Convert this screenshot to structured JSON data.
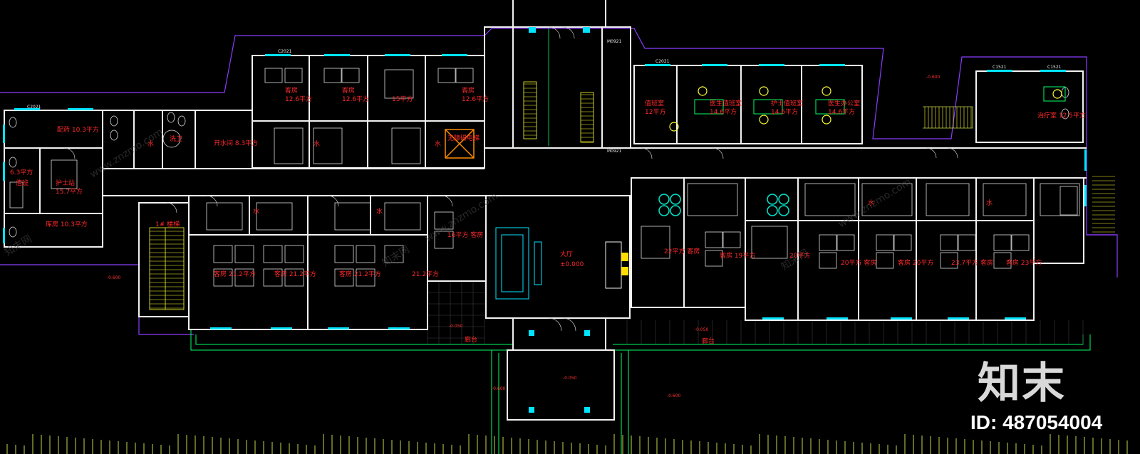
{
  "drawing": {
    "rooms": [
      {
        "id": "kitchen",
        "label": "配药 10.3平方"
      },
      {
        "id": "r1",
        "label": "6.3平方"
      },
      {
        "id": "lounge",
        "label": "值班"
      },
      {
        "id": "nurse",
        "label": "护士站"
      },
      {
        "id": "nurse_area",
        "label": "15.7平方"
      },
      {
        "id": "storage",
        "label": "库房 10.3平方"
      },
      {
        "id": "toilet",
        "label": "洗卫"
      },
      {
        "id": "water_room",
        "label": "开水间 8.3平方"
      },
      {
        "id": "stair_w",
        "label": "1# 楼梯"
      },
      {
        "id": "guest_top1",
        "label": "客房"
      },
      {
        "id": "guest_top1_area",
        "label": "12.6平方"
      },
      {
        "id": "guest_top2",
        "label": "客房"
      },
      {
        "id": "guest_top2_area",
        "label": "12.6平方"
      },
      {
        "id": "guest_top3_area",
        "label": "15平方"
      },
      {
        "id": "guest_top4",
        "label": "客房"
      },
      {
        "id": "guest_top4_area",
        "label": "12.6平方"
      },
      {
        "id": "elevator",
        "label": "无障碍电梯"
      },
      {
        "id": "duty",
        "label": "值班室"
      },
      {
        "id": "duty_area",
        "label": "12平方"
      },
      {
        "id": "doc_duty",
        "label": "医生值班室"
      },
      {
        "id": "doc_duty_area",
        "label": "14.6平方"
      },
      {
        "id": "nurse_duty",
        "label": "护士值班室"
      },
      {
        "id": "nurse_duty_area",
        "label": "14.6平方"
      },
      {
        "id": "doc_office",
        "label": "医生办公室"
      },
      {
        "id": "doc_office_area",
        "label": "14.6平方"
      },
      {
        "id": "treat",
        "label": "治疗室 12.5平方"
      },
      {
        "id": "g_bot1",
        "label": "客房 21.2平方"
      },
      {
        "id": "g_bot2",
        "label": "客房 21.2平方"
      },
      {
        "id": "g_bot3",
        "label": "客房 21.2平方"
      },
      {
        "id": "g_bot4",
        "label": "21.2平方"
      },
      {
        "id": "g_bot5",
        "label": "16平方 客房"
      },
      {
        "id": "hall",
        "label": "大厅"
      },
      {
        "id": "hall_lvl",
        "label": "±0.000"
      },
      {
        "id": "g_e1",
        "label": "22平方 客房"
      },
      {
        "id": "g_e2",
        "label": "客房 19平方"
      },
      {
        "id": "g_e3",
        "label": "20平方"
      },
      {
        "id": "g_e4",
        "label": "20平方 客房"
      },
      {
        "id": "g_e5",
        "label": "客房 20平方"
      },
      {
        "id": "g_e6",
        "label": "23.7平方 客房"
      },
      {
        "id": "g_e7",
        "label": "客房 23平方"
      },
      {
        "id": "porch_w",
        "label": "廊台"
      },
      {
        "id": "porch_e",
        "label": "廊台"
      },
      {
        "id": "water",
        "label": "水"
      }
    ],
    "window_tags": [
      "C2021",
      "C2021",
      "C2021",
      "C1521",
      "C1521",
      "M0921",
      "M0921"
    ],
    "levels": [
      "-0.600",
      "-0.050",
      "-0.050",
      "-0.600",
      "-0.050",
      "-0.600",
      "-0.600"
    ],
    "watermarks": [
      "www.znzmo.com",
      "知末网"
    ]
  },
  "branding": {
    "logo_text": "知末",
    "image_id": "ID: 487054004"
  },
  "colors": {
    "background": "#000000",
    "wall": "#ffffff",
    "room_label": "#ff2a2a",
    "window": "#00e5ff",
    "fixture": "#ffffff",
    "stair": "#ffff33",
    "terrace": "#00ff66",
    "outline": "#8a3cff",
    "accent_green": "#00ff66"
  }
}
